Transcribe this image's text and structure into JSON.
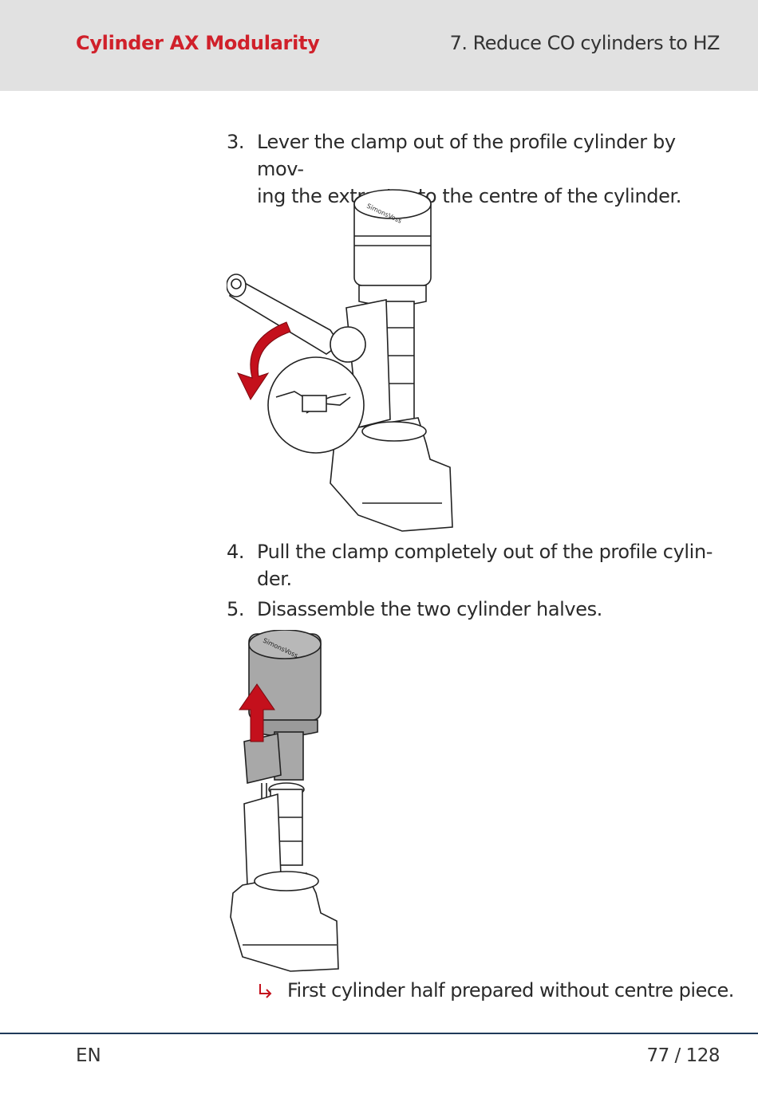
{
  "header": {
    "doc_title": "Cylinder AX Modularity",
    "section_title": "7. Reduce CO cylinders to HZ"
  },
  "steps": [
    {
      "number": "3.",
      "text_line1": "Lever the clamp out of the profile cylinder by mov-",
      "text_line2": "ing the extractor to the centre of the cylinder."
    },
    {
      "number": "4.",
      "text_line1": "Pull the clamp completely out of the profile cylin-",
      "text_line2": "der."
    },
    {
      "number": "5.",
      "text_line1": "Disassemble the two cylinder halves."
    }
  ],
  "figures": {
    "figure1": {
      "brand": "SimonsVoss",
      "arrow_color": "#c4101c"
    },
    "figure2": {
      "brand": "SimonsVoss",
      "arrow_color": "#c4101c"
    }
  },
  "result": {
    "icon": "result-arrow-icon",
    "text": "First cylinder half prepared without centre piece."
  },
  "footer": {
    "language": "EN",
    "page": "77 / 128"
  },
  "colors": {
    "brand_red": "#d0202a",
    "header_bg": "#e1e1e1",
    "footer_rule": "#1f3a5a"
  }
}
